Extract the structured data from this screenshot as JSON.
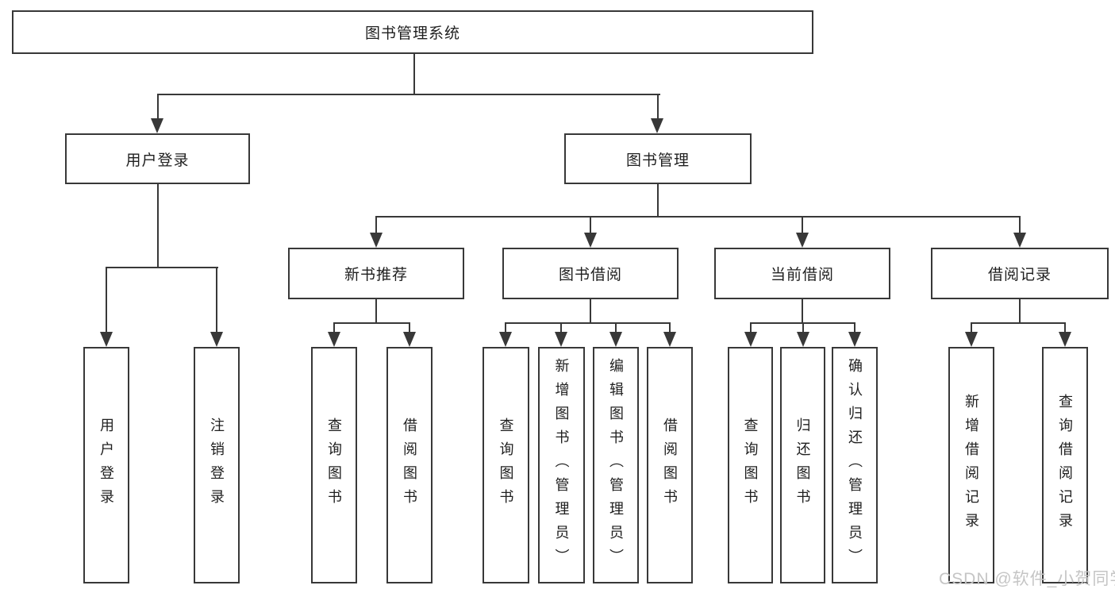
{
  "colors": {
    "line": "#383838",
    "text": "#1f1f1f",
    "watermark": "#c5c5c5",
    "background": "#ffffff"
  },
  "diagram": {
    "root": "图书管理系统",
    "branches": [
      {
        "label": "用户登录",
        "leaves": [
          "用户登录",
          "注销登录"
        ]
      },
      {
        "label": "图书管理",
        "groups": [
          {
            "label": "新书推荐",
            "leaves": [
              "查询图书",
              "借阅图书"
            ]
          },
          {
            "label": "图书借阅",
            "leaves": [
              "查询图书",
              "新增图书（管理员）",
              "编辑图书（管理员）",
              "借阅图书"
            ]
          },
          {
            "label": "当前借阅",
            "leaves": [
              "查询图书",
              "归还图书",
              "确认归还（管理员）"
            ]
          },
          {
            "label": "借阅记录",
            "leaves": [
              "新增借阅记录",
              "查询借阅记录"
            ]
          }
        ]
      }
    ]
  },
  "watermark": "CSDN @软件_小贺同学"
}
